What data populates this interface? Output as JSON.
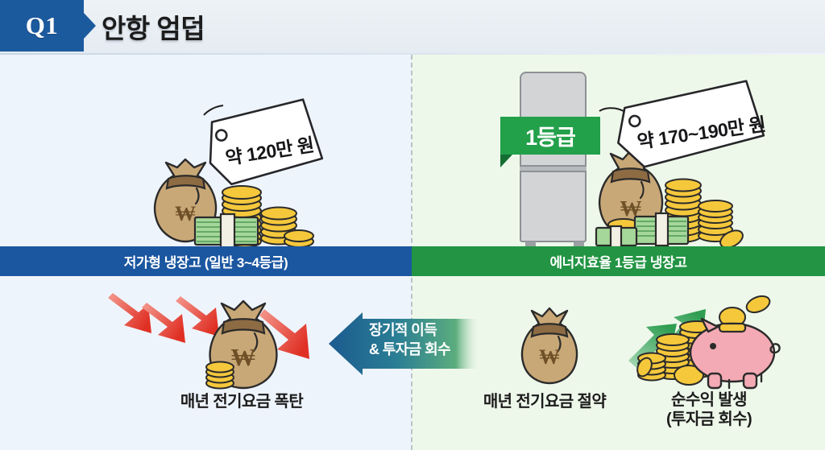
{
  "header": {
    "badge": "Q1",
    "title": "안항 엄덥"
  },
  "panels": {
    "left": {
      "banner_label": "저가형 냉장고 (일반 3~4등급)",
      "price_tag": "약 120만 원",
      "outcome_caption": "매년 전기요금 폭탄"
    },
    "right": {
      "banner_label": "에너지효율 1등급 냉장고",
      "price_tag": "약 170~190만 원",
      "grade_badge": "1등급",
      "outcome_caption": "매년 전기요금 절약",
      "profit_caption_line1": "순수익 발생",
      "profit_caption_line2": "(투자금 회수)"
    }
  },
  "center_arrow": {
    "line1": "장기적 이득",
    "line2": "& 투자금 회수"
  },
  "colors": {
    "badge_blue": "#1c5a9e",
    "banner_blue": "#1b56a0",
    "banner_green": "#229443",
    "panel_left_bg": "#eef4fc",
    "panel_right_bg": "#eef8ea",
    "arrow_red": "#e03024",
    "arrow_green": "#2f9e52",
    "coin_gold": "#f5c83c",
    "bag_tan": "#c9a877",
    "piggy_pink": "#f4aab4"
  },
  "icons": {
    "refrigerator": "refrigerator-icon",
    "money_bag": "money-bag-icon",
    "coin_stack": "coin-stack-icon",
    "cash_bundle": "cash-bundle-icon",
    "piggy_bank": "piggy-bank-icon",
    "down_arrows": "red-down-arrow-icon",
    "up_arrows": "green-up-arrow-icon",
    "price_tag": "price-tag-icon"
  }
}
